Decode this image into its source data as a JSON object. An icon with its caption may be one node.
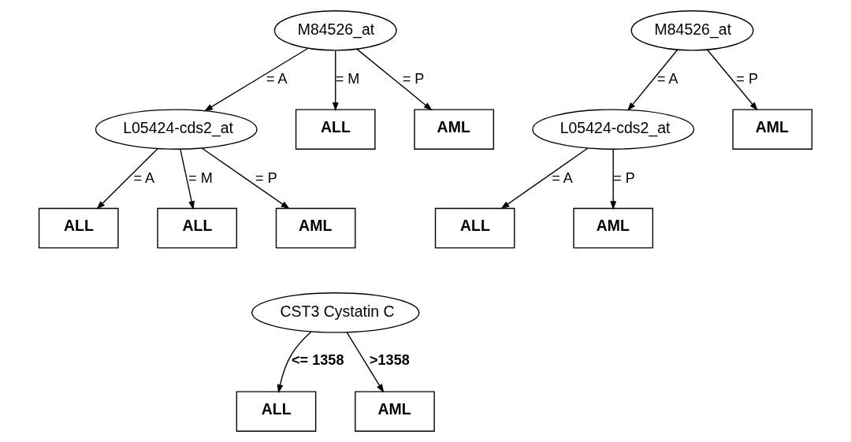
{
  "diagram": {
    "nodes": [
      {
        "text": [
          "M84526_at"
        ]
      },
      {
        "text": [
          "L05424-cds2_at"
        ]
      },
      {
        "text": [
          "ALL"
        ]
      },
      {
        "text": [
          "AML"
        ]
      },
      {
        "text": [
          "ALL"
        ]
      },
      {
        "text": [
          "ALL"
        ]
      },
      {
        "text": [
          "AML"
        ]
      },
      {
        "text": [
          "M84526_at"
        ]
      },
      {
        "text": [
          "L05424-cds2_at"
        ]
      },
      {
        "text": [
          "AML"
        ]
      },
      {
        "text": [
          "ALL"
        ]
      },
      {
        "text": [
          "AML"
        ]
      },
      {
        "text": [
          "CST3 Cystatin C"
        ]
      },
      {
        "text": [
          "ALL"
        ]
      },
      {
        "text": [
          "AML"
        ]
      }
    ],
    "edges": [
      {
        "from": 0,
        "to": 1,
        "arrow": "to",
        "label": "= A"
      },
      {
        "from": 0,
        "to": 2,
        "arrow": "to",
        "label": "= M"
      },
      {
        "from": 0,
        "to": 3,
        "arrow": "to",
        "label": "= P"
      },
      {
        "from": 1,
        "to": 4,
        "arrow": "to",
        "label": "= A"
      },
      {
        "from": 1,
        "to": 5,
        "arrow": "to",
        "label": "= M"
      },
      {
        "from": 1,
        "to": 6,
        "arrow": "to",
        "label": "= P"
      },
      {
        "from": 7,
        "to": 8,
        "arrow": "to",
        "label": "= A"
      },
      {
        "from": 7,
        "to": 9,
        "arrow": "to",
        "label": "= P"
      },
      {
        "from": 8,
        "to": 10,
        "arrow": "to",
        "label": "= A"
      },
      {
        "from": 8,
        "to": 11,
        "arrow": "to",
        "label": "= P"
      },
      {
        "from": 12,
        "to": 13,
        "arrow": "to",
        "label": "<= 1358"
      },
      {
        "from": 12,
        "to": 14,
        "arrow": "to",
        "label": ">1358"
      }
    ]
  }
}
